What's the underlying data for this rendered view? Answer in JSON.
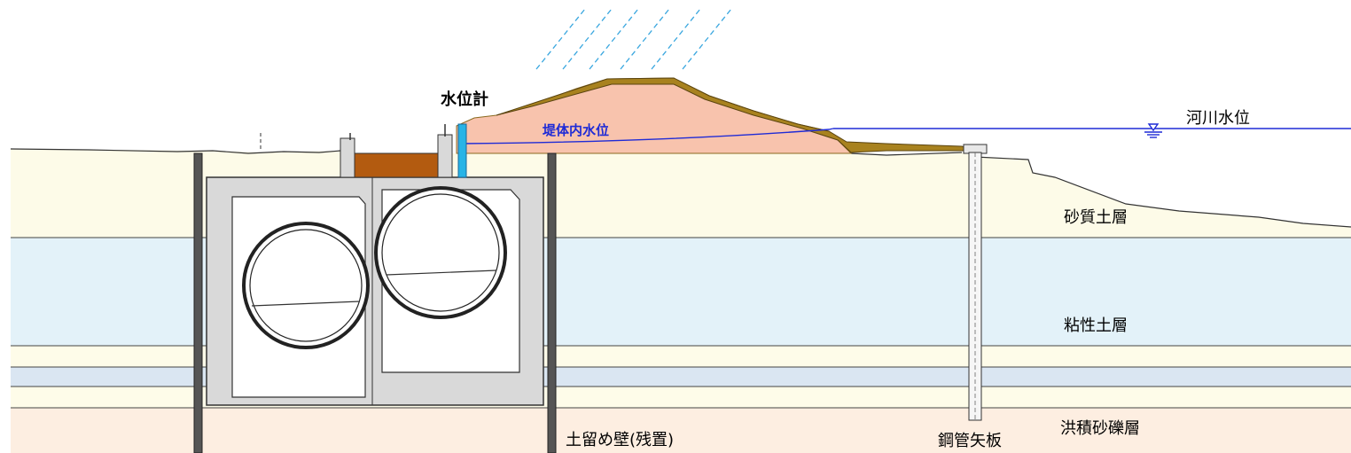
{
  "labels": {
    "water_gauge": "水位計",
    "levee_internal_water_level": "堤体内水位",
    "river_water_level": "河川水位",
    "sandy_soil_layer": "砂質土層",
    "cohesive_soil_layer": "粘性土層",
    "diluvial_gravel_layer": "洪積砂礫層",
    "retaining_wall": "土留め壁(残置)",
    "steel_pipe_sheet_pile": "鋼管矢板"
  },
  "colors": {
    "sandy_layer": "#fdfbe8",
    "clay_layer": "#e3f2f9",
    "thin_band_light": "#fefce9",
    "thin_band_blue": "#dae6f2",
    "gravel_layer": "#fdeee1",
    "levee_fill": "#f8c3ad",
    "levee_slope": "#a8821f",
    "box_culvert": "#d9d9d9",
    "cover_soil": "#b35b10",
    "gauge_pipe": "#28b4e6",
    "water_line": "#1f2bd6",
    "rain": "#3aa7df"
  }
}
